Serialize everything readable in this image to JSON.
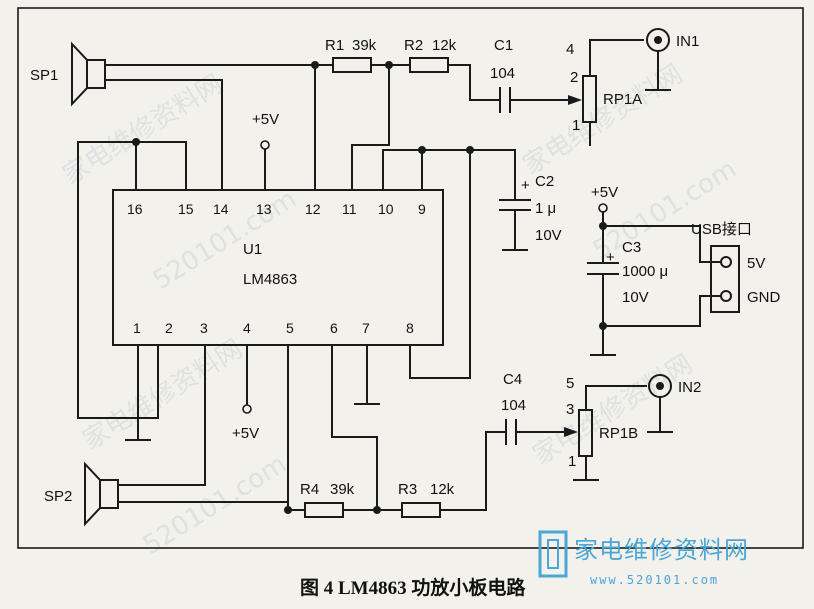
{
  "chip": {
    "ref": "U1",
    "part": "LM4863"
  },
  "pins": {
    "p1": "1",
    "p2": "2",
    "p3": "3",
    "p4": "4",
    "p5": "5",
    "p6": "6",
    "p7": "7",
    "p8": "8",
    "p9": "9",
    "p10": "10",
    "p11": "11",
    "p12": "12",
    "p13": "13",
    "p14": "14",
    "p15": "15",
    "p16": "16"
  },
  "speakers": {
    "sp1": "SP1",
    "sp2": "SP2"
  },
  "resistors": {
    "r1": "R1",
    "r1_val": "39k",
    "r2": "R2",
    "r2_val": "12k",
    "r3": "R3",
    "r3_val": "12k",
    "r4": "R4",
    "r4_val": "39k"
  },
  "capacitors": {
    "c1": "C1",
    "c1_val": "104",
    "c2": "C2",
    "c2_val": "1 μ",
    "c2_volt": "10V",
    "c3": "C3",
    "c3_val": "1000 μ",
    "c3_volt": "10V",
    "c4": "C4",
    "c4_val": "104"
  },
  "pots": {
    "rp1a": "RP1A",
    "rp1a_pin_top": "4",
    "rp1a_pin_wiper": "2",
    "rp1a_pin_bot": "1",
    "rp1b": "RP1B",
    "rp1b_pin_top": "5",
    "rp1b_pin_wiper": "3",
    "rp1b_pin_bot": "1"
  },
  "inputs": {
    "in1": "IN1",
    "in2": "IN2"
  },
  "power": {
    "vcc_top": "+5V",
    "vcc_bottom": "+5V",
    "vcc_usb": "+5V",
    "plus_c2": "+",
    "plus_c3": "+"
  },
  "usb": {
    "title": "USB接口",
    "pin_5v": "5V",
    "pin_gnd": "GND"
  },
  "caption": "图 4  LM4863 功放小板电路",
  "watermark": {
    "site_cn": "家电维修资料网",
    "url": "520101.com"
  },
  "logo": {
    "name": "家电维修资料网",
    "url": "www.520101.com"
  }
}
